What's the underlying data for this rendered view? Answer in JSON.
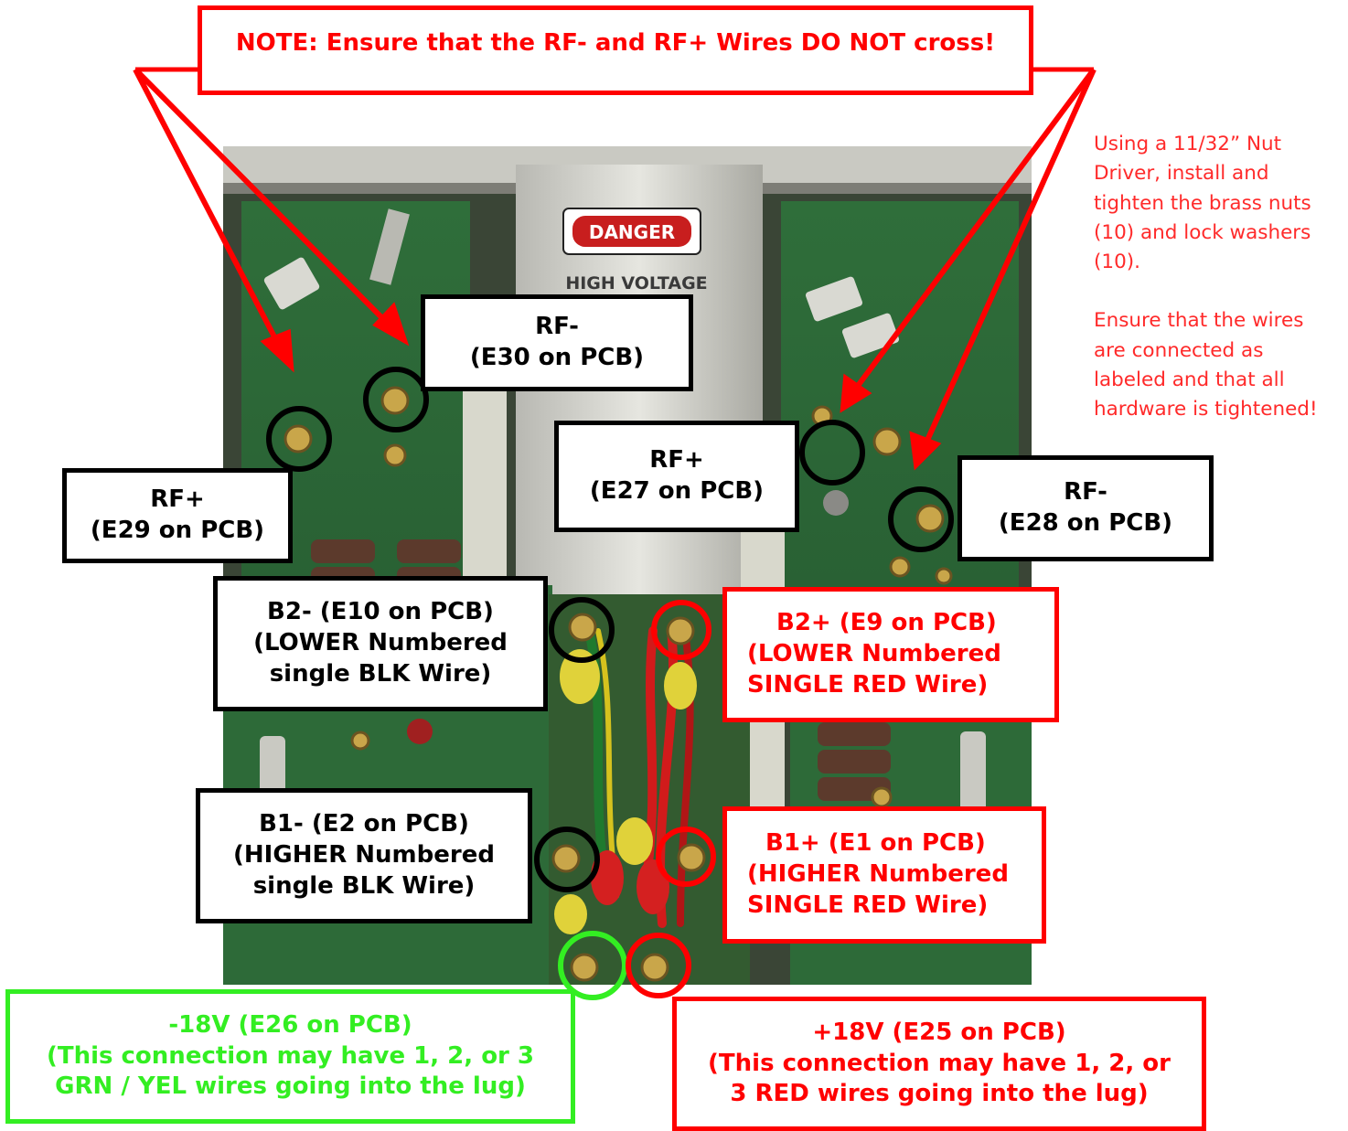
{
  "note_banner": "NOTE:  Ensure that the RF- and RF+ Wires DO NOT cross!",
  "instructions": {
    "paragraph1": "Using a 11/32” Nut Driver, install and tighten the brass nuts (10) and lock washers (10).",
    "paragraph2": "Ensure that the wires are connected as labeled and that all hardware is tightened!"
  },
  "photo": {
    "danger_sign": "DANGER",
    "high_voltage": "HIGH VOLTAGE"
  },
  "labels": {
    "rf_minus_e30": [
      "RF-",
      "(E30 on PCB)"
    ],
    "rf_plus_e29": [
      "RF+",
      "(E29 on PCB)"
    ],
    "rf_plus_e27": [
      "RF+",
      "(E27 on PCB)"
    ],
    "rf_minus_e28": [
      "RF-",
      "(E28 on PCB)"
    ],
    "b2_minus": [
      "B2-   (E10 on PCB)",
      "(LOWER Numbered",
      "single BLK Wire)"
    ],
    "b2_plus": [
      "B2+   (E9 on PCB)",
      "(LOWER Numbered",
      "SINGLE RED Wire)"
    ],
    "b1_minus": [
      "B1-   (E2 on PCB)",
      "(HIGHER Numbered",
      "single BLK Wire)"
    ],
    "b1_plus": [
      "B1+   (E1 on PCB)",
      "(HIGHER Numbered",
      "SINGLE RED Wire)"
    ],
    "minus_18v": [
      "-18V   (E26 on PCB)",
      "(This connection may have 1, 2, or 3",
      "GRN / YEL wires going into the lug)"
    ],
    "plus_18v": [
      "+18V   (E25 on PCB)",
      "(This connection may have 1, 2, or",
      "3 RED wires going into the lug)"
    ]
  },
  "colors": {
    "red": "#ff0000",
    "green": "#33ee22",
    "black": "#000000"
  }
}
